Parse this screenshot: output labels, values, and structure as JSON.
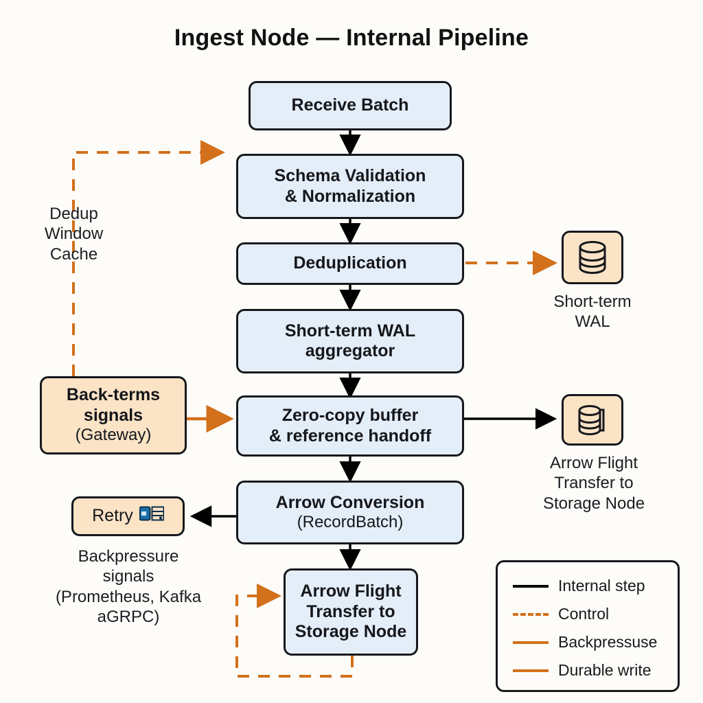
{
  "title": "Ingest Node — Internal Pipeline",
  "colors": {
    "background": "#fdfcf8",
    "process_fill": "#e4eef8",
    "store_fill": "#fbe3c6",
    "stroke": "#16181c",
    "accent_orange": "#d2701b"
  },
  "nodes": [
    {
      "id": "receive",
      "label": "Receive Batch",
      "sub": "",
      "type": "process"
    },
    {
      "id": "schema",
      "label": "Schema Validation",
      "sub": "& Normalization",
      "type": "process"
    },
    {
      "id": "dedup",
      "label": "Deduplication",
      "sub": "",
      "type": "process"
    },
    {
      "id": "wal-agg",
      "label": "Short-term WAL",
      "sub": "aggregator",
      "type": "process"
    },
    {
      "id": "zerocopy",
      "label": "Zero-copy buffer",
      "sub": "& reference handoff",
      "type": "process"
    },
    {
      "id": "arrow-conv",
      "label": "Arrow Conversion",
      "sub": "(RecordBatch)",
      "type": "process"
    },
    {
      "id": "flight",
      "label": "Arrow Flight",
      "sub": "Transfer to Storage Node",
      "type": "process"
    }
  ],
  "side": {
    "dedup_cache": {
      "lines": [
        "Dedup",
        "Window",
        "Cache"
      ]
    },
    "backterms": {
      "label": "Back-terms",
      "label2": "signals",
      "sub": "(Gateway)"
    },
    "retry": {
      "label": "Retry",
      "icon": "card-list-icon"
    },
    "backpressure_caption": {
      "lines": [
        "Backpressure",
        "signals",
        "(Prometheus, Kafka",
        "aGRPC)"
      ]
    }
  },
  "stores": [
    {
      "id": "short-term-wal",
      "icon": "database-icon",
      "caption": [
        "Short-term",
        "WAL"
      ]
    },
    {
      "id": "arrow-flight-storage",
      "icon": "database-stack-icon",
      "caption": [
        "Arrow Flight",
        "Transfer to",
        "Storage Node"
      ]
    }
  ],
  "legend": {
    "items": [
      {
        "label": "Internal step",
        "style": "solid-black"
      },
      {
        "label": "Control",
        "style": "dashed-orange"
      },
      {
        "label": "Backpressuse",
        "style": "solid-orange"
      },
      {
        "label": "Durable write",
        "style": "solid-orange"
      }
    ]
  }
}
